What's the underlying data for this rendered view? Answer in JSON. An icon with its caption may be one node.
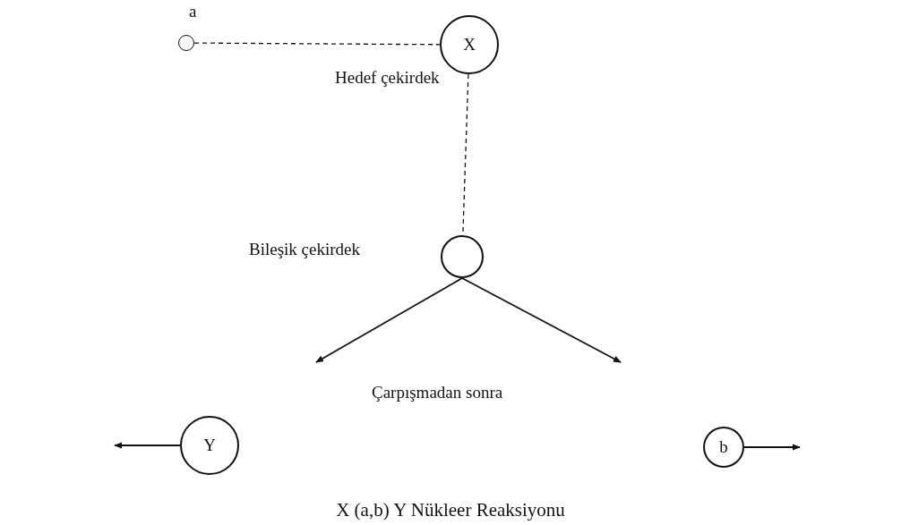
{
  "diagram": {
    "caption": "X (a,b) Y Nükleer Reaksiyonu",
    "nodes": [
      {
        "text": [
          "a"
        ]
      },
      {
        "text": [
          "X"
        ],
        "beside": [
          "Hedef çekirdek"
        ]
      },
      {
        "text": [],
        "shape": "circle"
      },
      {
        "text": [
          "Y"
        ]
      },
      {
        "text": [
          "b"
        ]
      }
    ],
    "edges": [
      {
        "from": 0,
        "to": 1,
        "arrow": "none",
        "style": "dashed"
      },
      {
        "from": 1,
        "to": 2,
        "arrow": "none",
        "style": "dashed"
      },
      {
        "from": 2,
        "to": null,
        "arrow": "to"
      },
      {
        "from": 2,
        "to": null,
        "arrow": "to"
      },
      {
        "from": 3,
        "to": null,
        "arrow": "to"
      },
      {
        "from": 4,
        "to": null,
        "arrow": "to"
      }
    ],
    "labels": [
      "Bileşik çekirdek",
      "Çarpışmadan sonra"
    ]
  }
}
